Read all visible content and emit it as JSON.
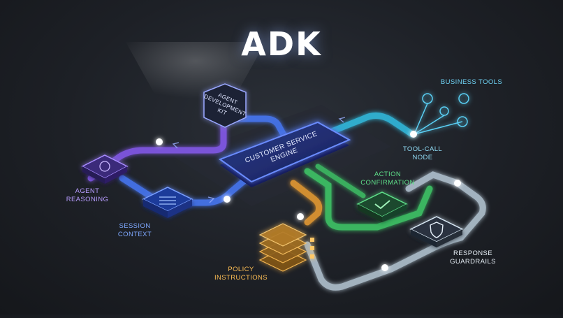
{
  "title": "ADK",
  "nodes": {
    "agent_kit": {
      "label": "AGENT\nDEVELOPMENT\nKIT"
    },
    "engine": {
      "label": "CUSTOMER SERVICE\nENGINE"
    },
    "agent_reasoning": {
      "label": "AGENT\nREASONING"
    },
    "session_context": {
      "label": "SESSION\nCONTEXT"
    },
    "business_tools": {
      "label": "BUSINESS TOOLS"
    },
    "tool_call_node": {
      "label": "TOOL-CALL\nNODE"
    },
    "action_confirmation": {
      "label": "ACTION\nCONFIRMATION"
    },
    "response_guardrails": {
      "label": "RESPONSE\nGUARDRAILS"
    },
    "policy_instructions": {
      "label": "POLICY\nINSTRUCTIONS"
    }
  },
  "colors": {
    "blue": "#4a7cff",
    "purple": "#8a5cf6",
    "cyan": "#33c3e8",
    "green": "#3fcf6a",
    "orange": "#f0a030",
    "white": "#cfe3f2",
    "background": "#1d2026"
  },
  "icons": {
    "reasoning": "brain-icon",
    "session": "server-icon",
    "tools": [
      "gear-icon",
      "database-icon",
      "wrench-icon"
    ],
    "confirmation": "check-icon",
    "guardrails": "shield-icon",
    "policy": "lock-icon"
  }
}
